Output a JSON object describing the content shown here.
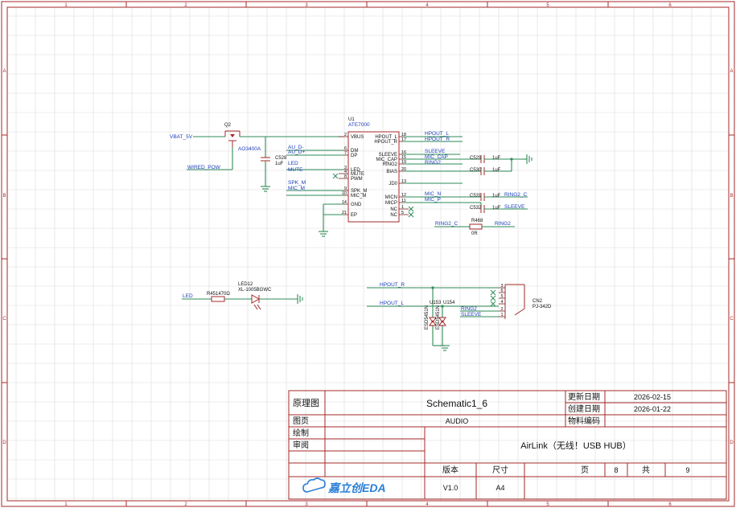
{
  "border": {
    "columns": [
      "1",
      "2",
      "3",
      "4",
      "5",
      "6"
    ],
    "rows": [
      "A",
      "B",
      "C",
      "D"
    ]
  },
  "title_block": {
    "diagram_label": "原理图",
    "sheet_title": "Schematic1_6",
    "page_label": "图页",
    "page_name": "AUDIO",
    "drawn_label": "绘制",
    "review_label": "审阅",
    "updated_label": "更新日期",
    "updated_date": "2026-02-15",
    "created_label": "创建日期",
    "created_date": "2026-01-22",
    "material_label": "物料编码",
    "project_title": "AirLink（无线！USB HUB）",
    "version_label": "版本",
    "size_label": "尺寸",
    "page_word": "页",
    "page_number": "8",
    "total_word": "共",
    "total_pages": "9",
    "version_value": "V1.0",
    "size_value": "A4",
    "logo_text": "嘉立创EDA"
  },
  "u1": {
    "ref": "U1",
    "value": "ATE7000",
    "left_pins": [
      {
        "num": "2",
        "name": "VBUS"
      },
      {
        "num": "6",
        "name": "DM"
      },
      {
        "num": "7",
        "name": "DP"
      },
      {
        "num": "3",
        "name": "LED"
      },
      {
        "num": "4",
        "name": "MUTE"
      },
      {
        "num": "8",
        "name": "PWM"
      },
      {
        "num": "9",
        "name": "SPK_M"
      },
      {
        "num": "10",
        "name": "MIC_M"
      },
      {
        "num": "14",
        "name": "GND"
      },
      {
        "num": "21",
        "name": "EP"
      }
    ],
    "right_pins": [
      {
        "num": "18",
        "name": "HPOUT_L"
      },
      {
        "num": "17",
        "name": "HPOUT_R"
      },
      {
        "num": "16",
        "name": "SLEEVE"
      },
      {
        "num": "15",
        "name": "MIC_CAP"
      },
      {
        "num": "19",
        "name": "RING2"
      },
      {
        "num": "20",
        "name": "BIAS"
      },
      {
        "num": "13",
        "name": "JD0"
      },
      {
        "num": "12",
        "name": "MICN"
      },
      {
        "num": "11",
        "name": "MICP"
      },
      {
        "num": "1",
        "name": "NC"
      },
      {
        "num": "5",
        "name": "NC"
      }
    ]
  },
  "q2": {
    "ref": "Q2",
    "value": "AO3400A"
  },
  "c528": {
    "ref": "C528",
    "value": "1uF"
  },
  "c529": {
    "ref": "C529",
    "value": "1uF"
  },
  "c530": {
    "ref": "C530",
    "value": "1uF"
  },
  "c531": {
    "ref": "C531",
    "value": "1uF"
  },
  "c532": {
    "ref": "C532",
    "value": "1uF"
  },
  "r468": {
    "ref": "R468",
    "value": "0R"
  },
  "r451": {
    "label": "R451470Ω"
  },
  "led12": {
    "ref": "LED12",
    "value": "XL-1005BGWC"
  },
  "esd1": {
    "ref": "U153",
    "value": "ESD5451N"
  },
  "esd2": {
    "ref": "U154",
    "value": "ESD5451N"
  },
  "cn2": {
    "ref": "CN2",
    "value": "PJ-342D",
    "pins": [
      "3",
      "6",
      "5",
      "4",
      "2",
      "1"
    ]
  },
  "nets": {
    "vbat": "VBAT_5V",
    "wired_pow": "WIRED_POW",
    "au_dm": "AU_D-",
    "au_dp": "AU_D+",
    "led": "LED",
    "mute": "MUTE",
    "spk_m": "SPK_M",
    "mic_m": "MIC_M",
    "hpout_l": "HPOUT_L",
    "hpout_r": "HPOUT_R",
    "sleeve": "SLEEVE",
    "mic_cap": "MIC_CAP",
    "ring2": "RING2",
    "mic_n": "MIC_N",
    "mic_p": "MIC_P",
    "ring2_c": "RING2_C",
    "ring2_c_r": "RING2_C",
    "ring2_r": "RING2",
    "sleeve_c532": "SLEEVE",
    "led_in": "LED",
    "hpout_r2": "HPOUT_R",
    "hpout_l2": "HPOUT_L",
    "ring2_j": "RING2",
    "sleeve_j": "SLEEVE"
  },
  "colors": {
    "frame": "#a52a2a",
    "wire": "#2e8b57",
    "net_label": "#1a3fb8",
    "grid": "#dcdcdc"
  }
}
